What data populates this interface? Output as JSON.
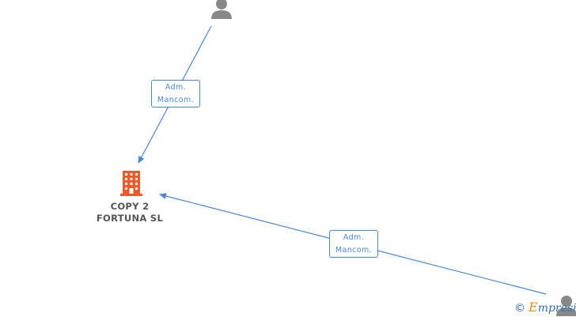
{
  "colors": {
    "edge": "#4a86d4",
    "person_icon": "#888888",
    "company_icon": "#f05a28",
    "company_label": "#555555"
  },
  "nodes": {
    "company": {
      "name_line1": "COPY 2",
      "name_line2": "FORTUNA SL",
      "icon": "building-icon"
    },
    "person_top": {
      "icon": "person-icon"
    },
    "person_bottom_right": {
      "icon": "person-icon"
    }
  },
  "edges": [
    {
      "from": "person_top",
      "to": "company",
      "label_line1": "Adm.",
      "label_line2": "Mancom."
    },
    {
      "from": "person_bottom_right",
      "to": "company",
      "label_line1": "Adm.",
      "label_line2": "Mancom."
    }
  ],
  "watermark": {
    "copyright_symbol": "©",
    "brand_first": "E",
    "brand_rest": "mpresia"
  }
}
